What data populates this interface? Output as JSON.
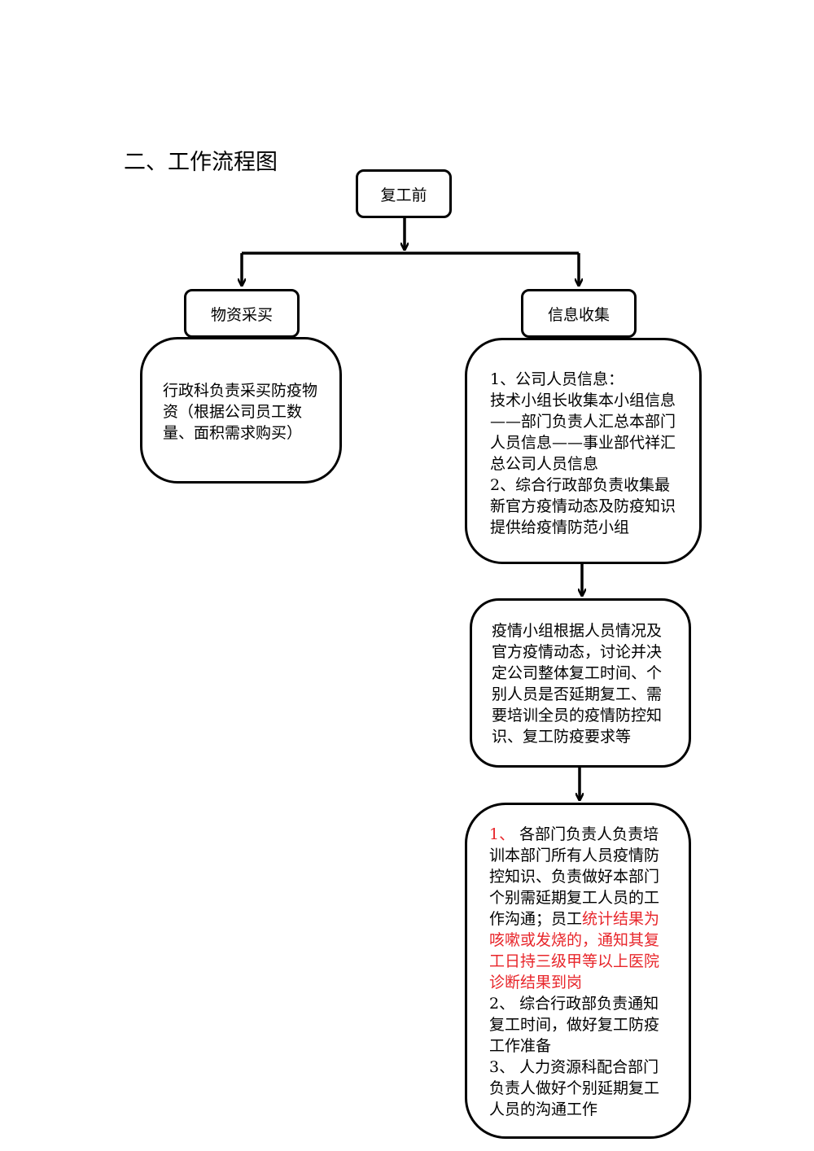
{
  "heading": "二、工作流程图",
  "nodes": {
    "start": {
      "label": "复工前"
    },
    "purchase": {
      "label": "物资采买",
      "detail": "行政科负责采买防疫物资（根据公司员工数量、面积需求购买）"
    },
    "info": {
      "label": "信息收集",
      "lines": [
        "1、公司人员信息：",
        "技术小组长收集本小组信息——部门负责人汇总本部门人员信息——事业部代祥汇总公司人员信息",
        "2、综合行政部负责收集最新官方疫情动态及防疫知识提供给疫情防范小组"
      ]
    },
    "decision": {
      "text": "疫情小组根据人员情况及官方疫情动态，讨论并决定公司整体复工时间、个别人员是否延期复工、需要培训全员的疫情防控知识、复工防疫要求等"
    },
    "actions": {
      "item1_num": "1、",
      "item1_text": " 各部门负责人负责培训本部门所有人员疫情防控知识、负责做好本部门个别需延期复工人员的工作沟通；员工",
      "item1_red": "统计结果为咳嗽或发烧的，通知其复工日持三级甲等以上医院诊断结果到岗",
      "item2": "2、 综合行政部负责通知复工时间，做好复工防疫工作准备",
      "item3": "3、 人力资源科配合部门负责人做好个别延期复工人员的沟通工作"
    }
  },
  "colors": {
    "highlight": "#e8262b",
    "line": "#000000"
  }
}
